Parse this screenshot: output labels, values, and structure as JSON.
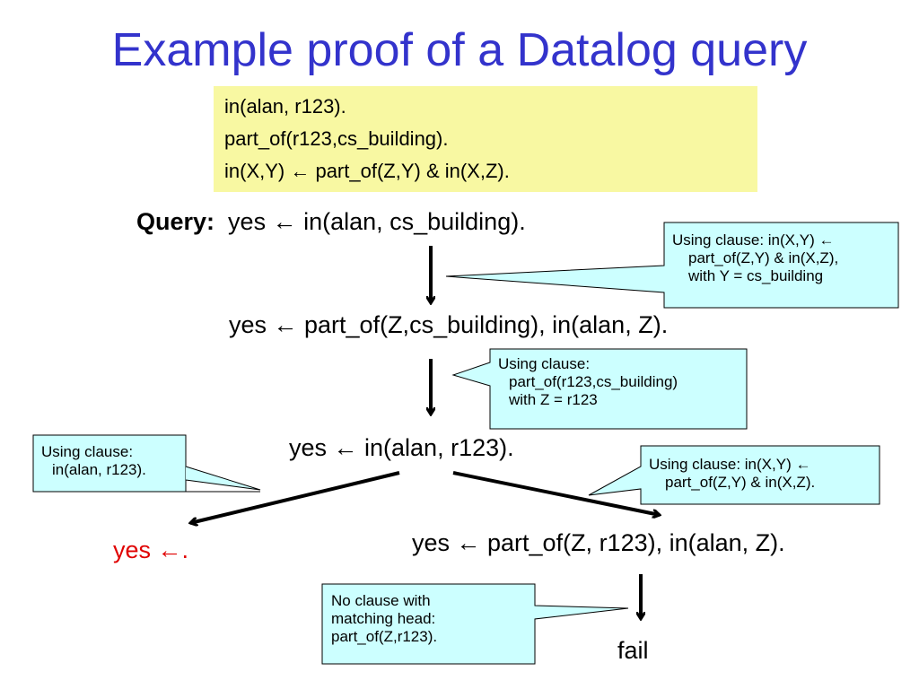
{
  "title": "Example proof of a Datalog query",
  "knowledge_base": [
    "in(alan, r123).",
    "part_of(r123,cs_building).",
    "in(X,Y) ← part_of(Z,Y) & in(X,Z)."
  ],
  "query": {
    "label": "Query:",
    "text": "yes ← in(alan, cs_building)."
  },
  "steps": {
    "step2": "yes ← part_of(Z,cs_building), in(alan, Z).",
    "step3": "yes ← in(alan, r123).",
    "success": "yes ←.",
    "step4": "yes ← part_of(Z, r123), in(alan, Z).",
    "fail": "fail"
  },
  "callouts": {
    "c1": [
      "Using clause: in(X,Y) ←",
      "part_of(Z,Y) & in(X,Z),",
      "with Y = cs_building"
    ],
    "c2": [
      "Using clause:",
      "part_of(r123,cs_building)",
      "with Z = r123"
    ],
    "c3": [
      "Using clause:",
      "in(alan, r123)."
    ],
    "c4": [
      "Using clause: in(X,Y) ←",
      "part_of(Z,Y) & in(X,Z)."
    ],
    "c5": [
      "No clause with",
      "matching head:",
      "part_of(Z,r123)."
    ]
  },
  "colors": {
    "title": "#3333cc",
    "kb_background": "#f8f8a2",
    "callout_background": "#ccffff",
    "success": "#e00000"
  }
}
